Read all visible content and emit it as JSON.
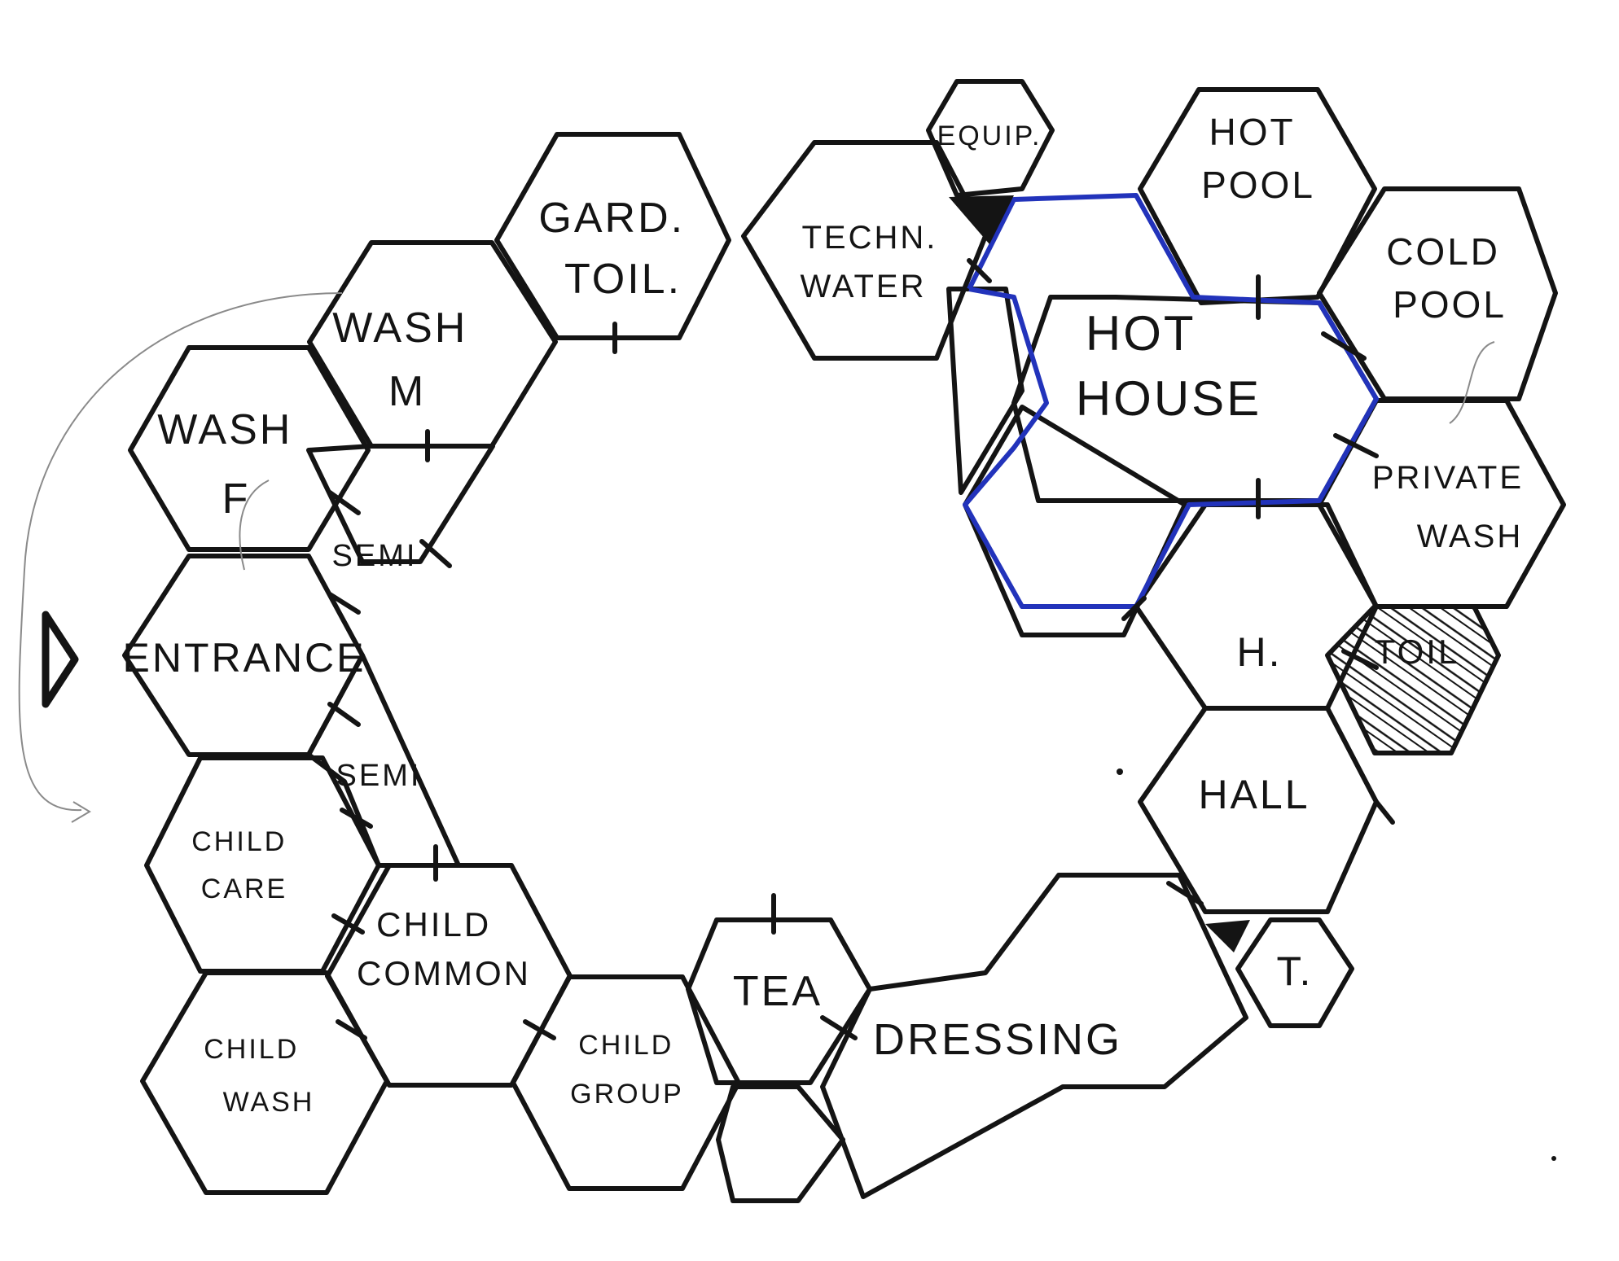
{
  "colors": {
    "ink": "#141414",
    "hot_house_outline": "#2233bb",
    "paper": "#ffffff",
    "pencil": "#8a8a8a"
  },
  "rooms": {
    "gard_toil": {
      "lines": [
        "GARD.",
        "TOIL."
      ]
    },
    "wash_m": {
      "lines": [
        "WASH",
        "M"
      ]
    },
    "wash_f": {
      "lines": [
        "WASH",
        "F"
      ]
    },
    "semi_upper": {
      "lines": [
        "SEMI"
      ]
    },
    "entrance": {
      "lines": [
        "ENTRANCE"
      ]
    },
    "semi_lower": {
      "lines": [
        "SEMI"
      ]
    },
    "child_care": {
      "lines": [
        "CHILD",
        "CARE"
      ]
    },
    "child_common": {
      "lines": [
        "CHILD",
        "COMMON"
      ]
    },
    "child_wash": {
      "lines": [
        "CHILD",
        "WASH"
      ]
    },
    "child_group": {
      "lines": [
        "CHILD",
        "GROUP"
      ]
    },
    "tea": {
      "lines": [
        "TEA"
      ]
    },
    "dressing": {
      "lines": [
        "DRESSING"
      ]
    },
    "equip": {
      "lines": [
        "EQUIP."
      ]
    },
    "techn_water": {
      "lines": [
        "TECHN.",
        "WATER"
      ]
    },
    "hot_pool": {
      "lines": [
        "HOT",
        "POOL"
      ]
    },
    "cold_pool": {
      "lines": [
        "COLD",
        "POOL"
      ]
    },
    "hot_house": {
      "lines": [
        "HOT",
        "HOUSE"
      ]
    },
    "private_wash": {
      "lines": [
        "PRIVATE",
        "WASH"
      ]
    },
    "toil": {
      "lines": [
        "TOIL"
      ]
    },
    "hall": {
      "lines": [
        "H.",
        "HALL"
      ]
    },
    "t": {
      "lines": [
        "T."
      ]
    }
  }
}
